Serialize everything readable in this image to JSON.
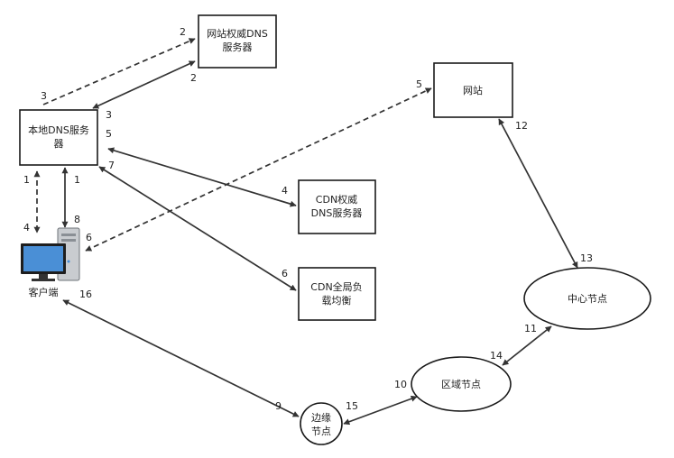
{
  "nodes": {
    "site_auth_dns": [
      "网站权威DNS",
      "服务器"
    ],
    "local_dns": [
      "本地DNS服务",
      "器"
    ],
    "website": [
      "网站"
    ],
    "cdn_auth_dns": [
      "CDN权威",
      "DNS服务器"
    ],
    "cdn_glb": [
      "CDN全局负",
      "载均衡"
    ],
    "client": [
      "客户端"
    ],
    "center_node": [
      "中心节点"
    ],
    "region_node": [
      "区域节点"
    ],
    "edge_node": [
      "边缘",
      "节点"
    ]
  },
  "steps": {
    "s1a": "1",
    "s1b": "1",
    "s2a": "2",
    "s2b": "2",
    "s3a": "3",
    "s3b": "3",
    "s4a": "4",
    "s4b": "4",
    "s5a": "5",
    "s5b": "5",
    "s6a": "6",
    "s6b": "6",
    "s7": "7",
    "s8": "8",
    "s9": "9",
    "s10": "10",
    "s11": "11",
    "s12": "12",
    "s13": "13",
    "s14": "14",
    "s15": "15",
    "s16": "16"
  },
  "colors": {
    "stroke": "#333333",
    "box_border": "#1a1a1a",
    "monitor_blue": "#4a8fd6",
    "tower_gray": "#c9ccd0"
  },
  "icons": {
    "client": "desktop-computer-icon"
  }
}
